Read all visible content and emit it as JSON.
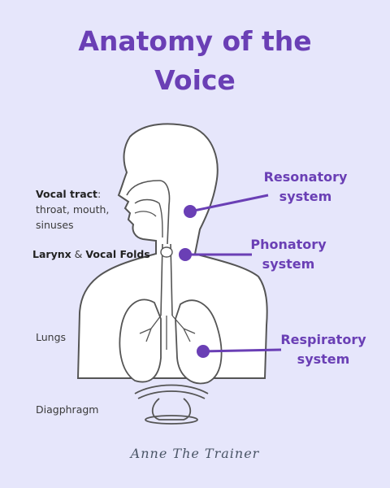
{
  "title": {
    "line1": "Anatomy of the",
    "line2": "Voice"
  },
  "labels": {
    "vocal_tract_bold": "Vocal tract",
    "vocal_tract_colon": ":",
    "vocal_tract_line2": "throat, mouth,",
    "vocal_tract_line3": "sinuses",
    "larynx": "Larynx",
    "amp": " & ",
    "vocal_folds": "Vocal Folds",
    "lungs": "Lungs",
    "diaphragm": "Diagphragm"
  },
  "systems": {
    "resonatory": {
      "line1": "Resonatory",
      "line2": "system"
    },
    "phonatory": {
      "line1": "Phonatory",
      "line2": "system"
    },
    "respiratory": {
      "line1": "Respiratory",
      "line2": "system"
    }
  },
  "signature": "Anne The Trainer",
  "colors": {
    "accent": "#6a3fb5",
    "background": "#e6e6fb",
    "body_fill": "#ffffff",
    "outline": "#555555"
  }
}
